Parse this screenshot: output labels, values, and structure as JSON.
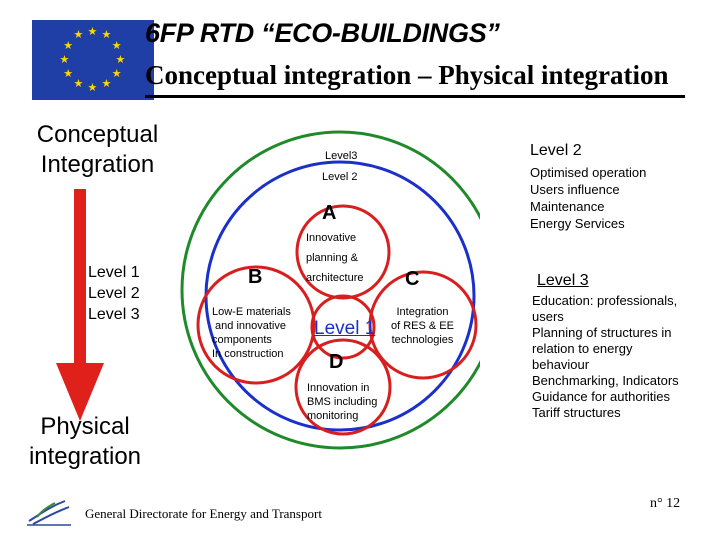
{
  "header": {
    "title": "6FP RTD “ECO-BUILDINGS”",
    "subtitle": "Conceptual integration – Physical integration"
  },
  "left": {
    "top_label": [
      "Conceptual",
      "Integration"
    ],
    "bottom_label": [
      "Physical",
      "integration"
    ],
    "levels": [
      "Level 1",
      "Level 2",
      "Level 3"
    ],
    "arrow_color": "#e0201b"
  },
  "diagram": {
    "outer_label": "Level3",
    "middle_label": "Level 2",
    "ring_a": "A",
    "innovative": [
      "Innovative",
      "planning &",
      "architecture"
    ],
    "ring_b": "B",
    "low_e": [
      "Low-E materials",
      " and innovative",
      "components",
      "In construction"
    ],
    "ring_c": "C",
    "integration": [
      "Integration",
      "of RES & EE",
      "technologies"
    ],
    "center": "Level 1",
    "ring_d": "D",
    "bms": [
      "Innovation in",
      "BMS including",
      "monitoring"
    ],
    "colors": {
      "outer": "#1f8a2a",
      "middle": "#1a30c8",
      "inner": "#d81f1f"
    }
  },
  "right": {
    "level2_heading": "Level 2",
    "level2_items": [
      "Optimised operation",
      "Users influence",
      "Maintenance",
      "Energy Services"
    ],
    "level3_heading": "Level 3",
    "level3_items": [
      "Education: professionals,",
      "users",
      "Planning of structures in",
      "relation to energy",
      "behaviour",
      "Benchmarking, Indicators",
      "Guidance for authorities",
      "Tariff structures"
    ]
  },
  "footer": {
    "text": "General Directorate for Energy and Transport",
    "page": "n° 12"
  }
}
